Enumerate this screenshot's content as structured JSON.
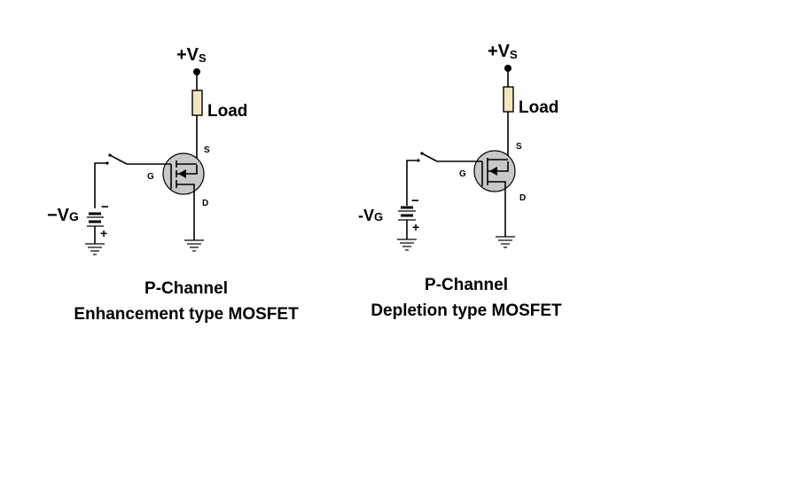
{
  "colors": {
    "wire": "#000000",
    "load_fill": "#f2e6bd",
    "mosfet_body": "#c8c8c8",
    "background": "#ffffff"
  },
  "circuits": [
    {
      "id": "enhancement",
      "supply_label": "+V",
      "supply_sub": "S",
      "load_label": "Load",
      "source_label": "S",
      "gate_label": "G",
      "drain_label": "D",
      "gate_supply_label": "−V",
      "gate_supply_sub": "G",
      "battery_minus": "−",
      "battery_plus": "+",
      "channel_type": "broken",
      "caption_line1": "P-Channel",
      "caption_line2": "Enhancement type MOSFET"
    },
    {
      "id": "depletion",
      "supply_label": "+V",
      "supply_sub": "S",
      "load_label": "Load",
      "source_label": "S",
      "gate_label": "G",
      "drain_label": "D",
      "gate_supply_label": "-V",
      "gate_supply_sub": "G",
      "battery_minus": "−",
      "battery_plus": "+",
      "channel_type": "solid",
      "caption_line1": "P-Channel",
      "caption_line2": "Depletion type MOSFET"
    }
  ]
}
